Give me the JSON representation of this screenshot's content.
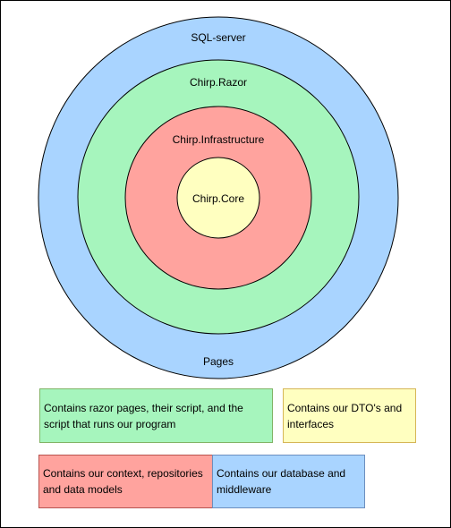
{
  "diagram": {
    "rings": [
      {
        "id": "outer",
        "label": "SQL-server",
        "bottom_label": "Pages",
        "fill": "#a9d4ff"
      },
      {
        "id": "second",
        "label": "Chirp.Razor",
        "fill": "#a6f5bd"
      },
      {
        "id": "third",
        "label": "Chirp.Infrastructure",
        "fill": "#ffa39e"
      },
      {
        "id": "core",
        "label": "Chirp.Core",
        "fill": "#ffffc0"
      }
    ],
    "notes": [
      {
        "id": "green",
        "text": "Contains razor pages, their script, and the script that runs our program",
        "fill": "#a6f5bd",
        "border": "#82b366"
      },
      {
        "id": "yellow",
        "text": "Contains our DTO's and interfaces",
        "fill": "#ffffc0",
        "border": "#d6b656"
      },
      {
        "id": "red",
        "text": "Contains our context, repositories and data models",
        "fill": "#ffa39e",
        "border": "#b85450"
      },
      {
        "id": "blue",
        "text": "Contains our database and middleware",
        "fill": "#a9d4ff",
        "border": "#6c8ebf"
      }
    ]
  }
}
